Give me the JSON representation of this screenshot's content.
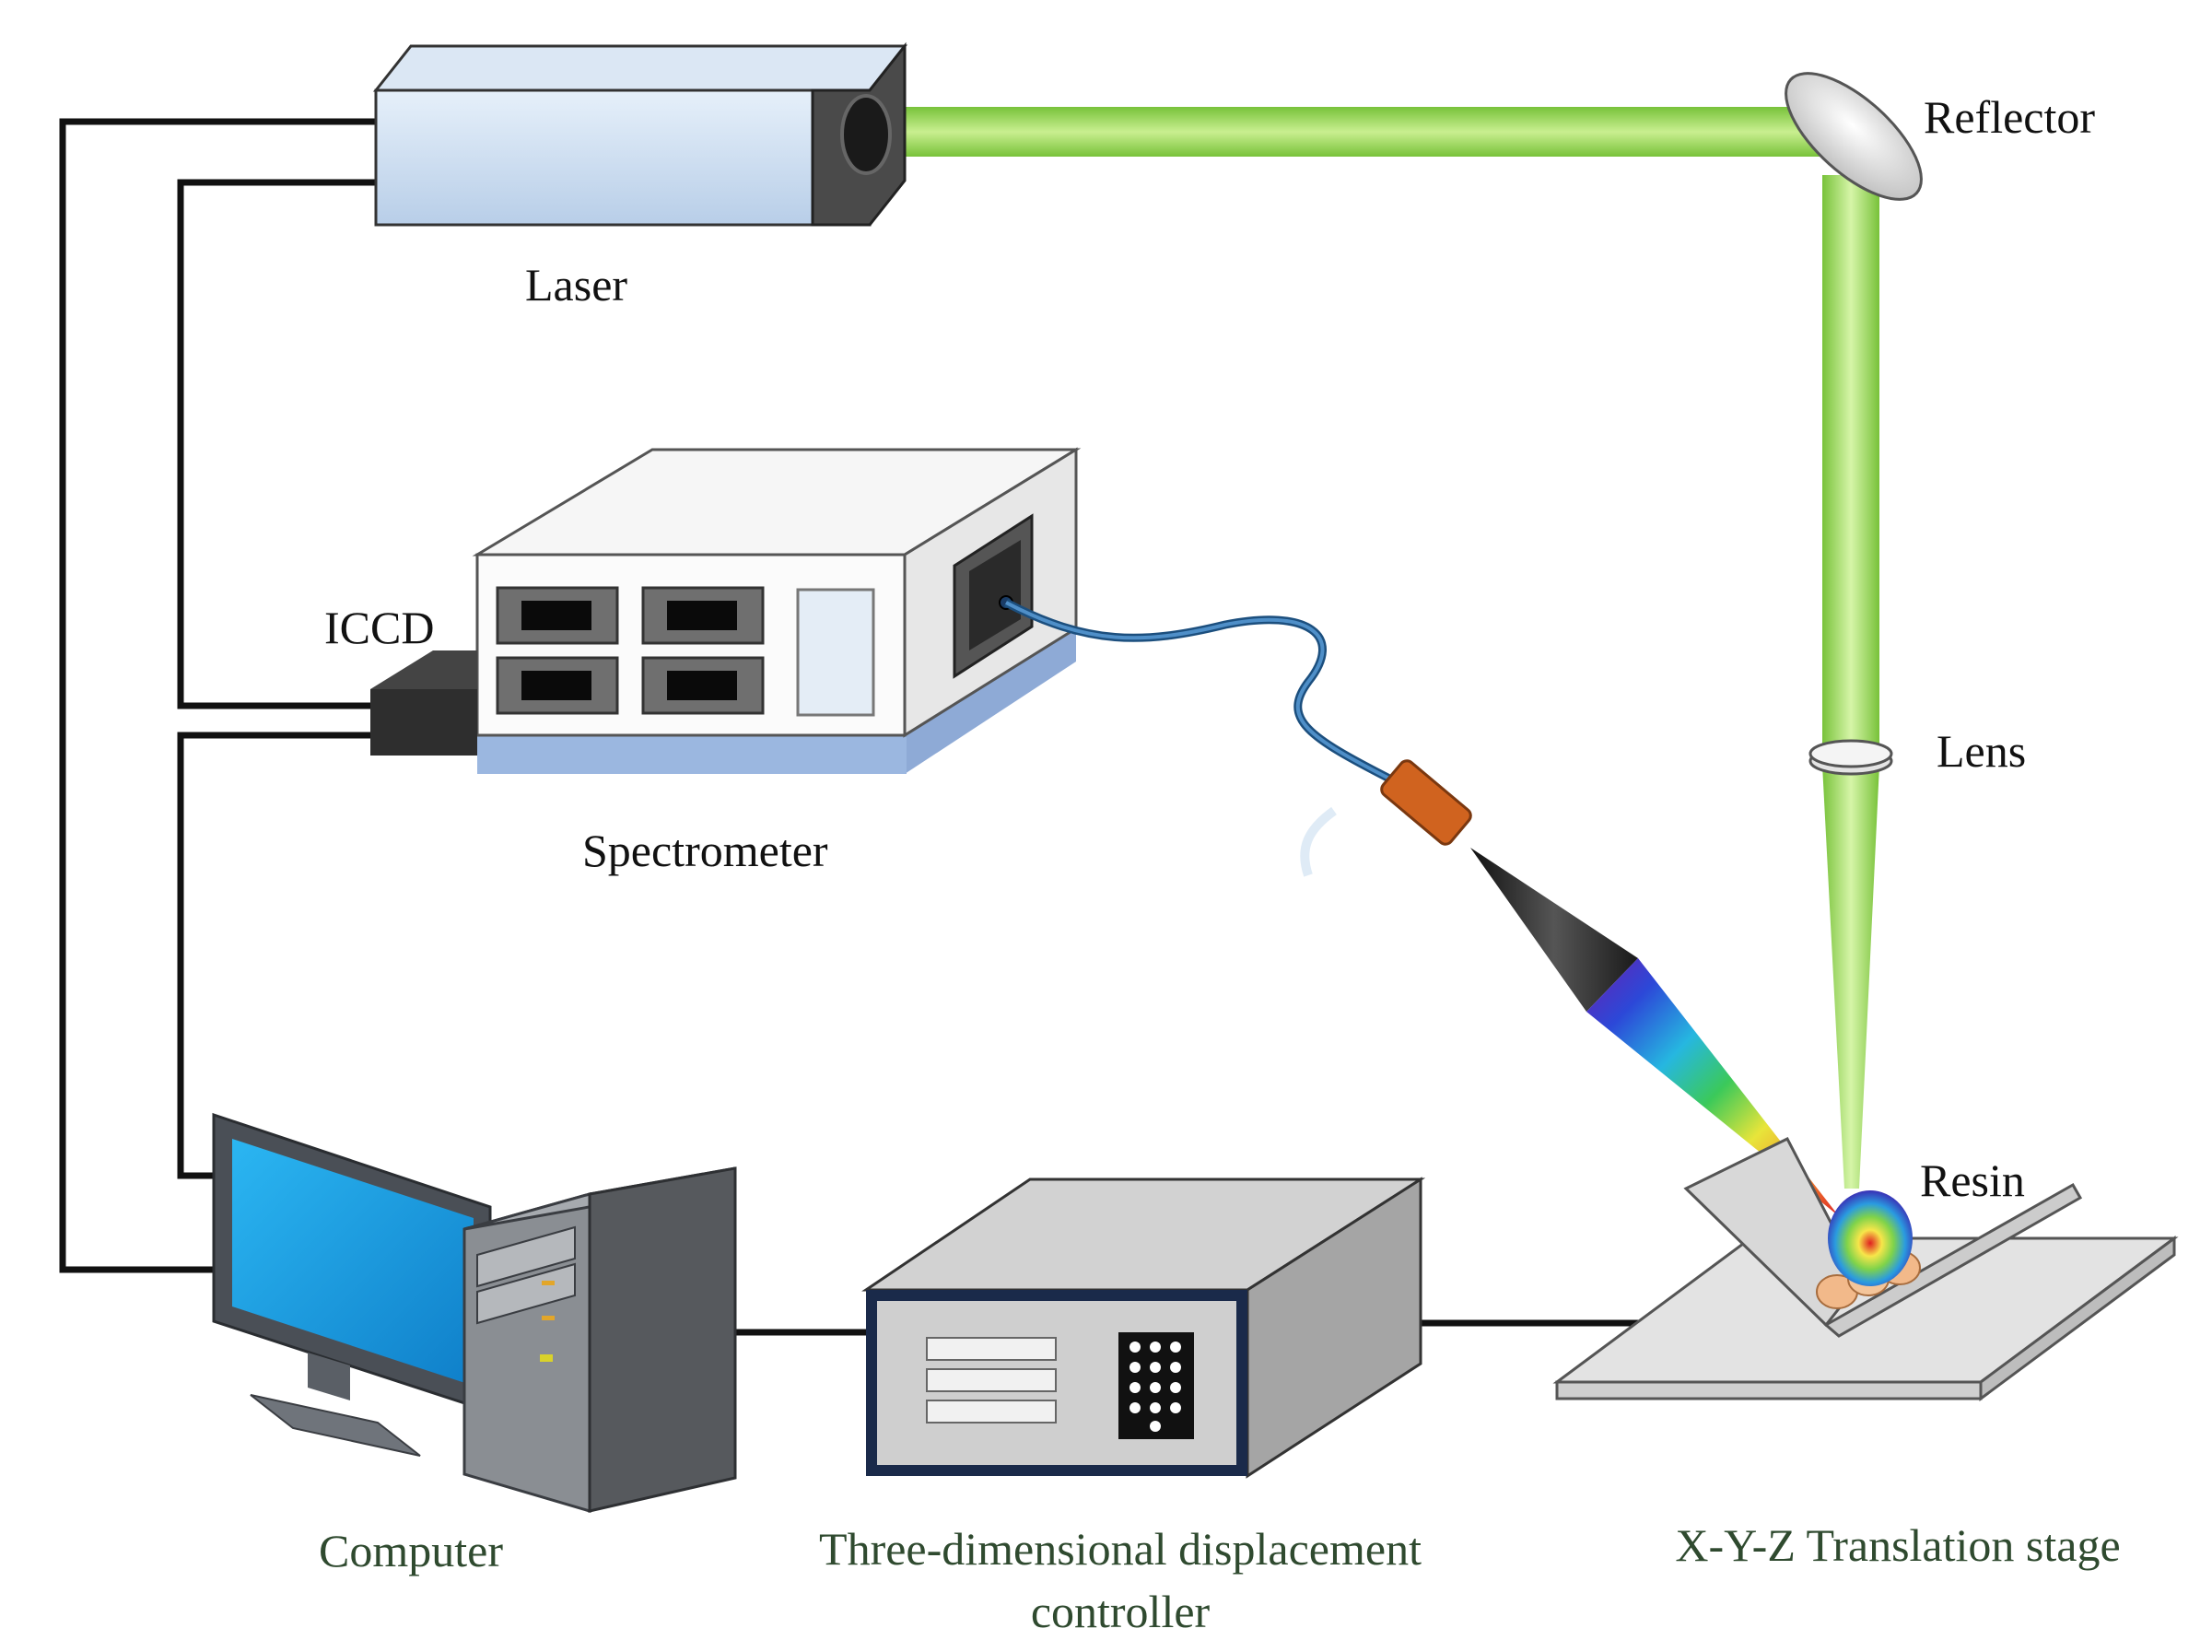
{
  "labels": {
    "laser": "Laser",
    "reflector": "Reflector",
    "iccd": "ICCD",
    "spectrometer": "Spectrometer",
    "lens": "Lens",
    "resin": "Resin",
    "computer": "Computer",
    "controller_line1": "Three-dimensional displacement",
    "controller_line2": "controller",
    "stage": "X-Y-Z Translation stage"
  },
  "colors": {
    "beam": "#7cc242",
    "beam_light": "#c8ec8e",
    "cable": "#111111",
    "fiber": "#2f6ea8",
    "probe": "#d0631f",
    "screen": "#1aa3e8",
    "laser_body": "#cfe0f3",
    "spectro_base": "#9bb7e0"
  }
}
